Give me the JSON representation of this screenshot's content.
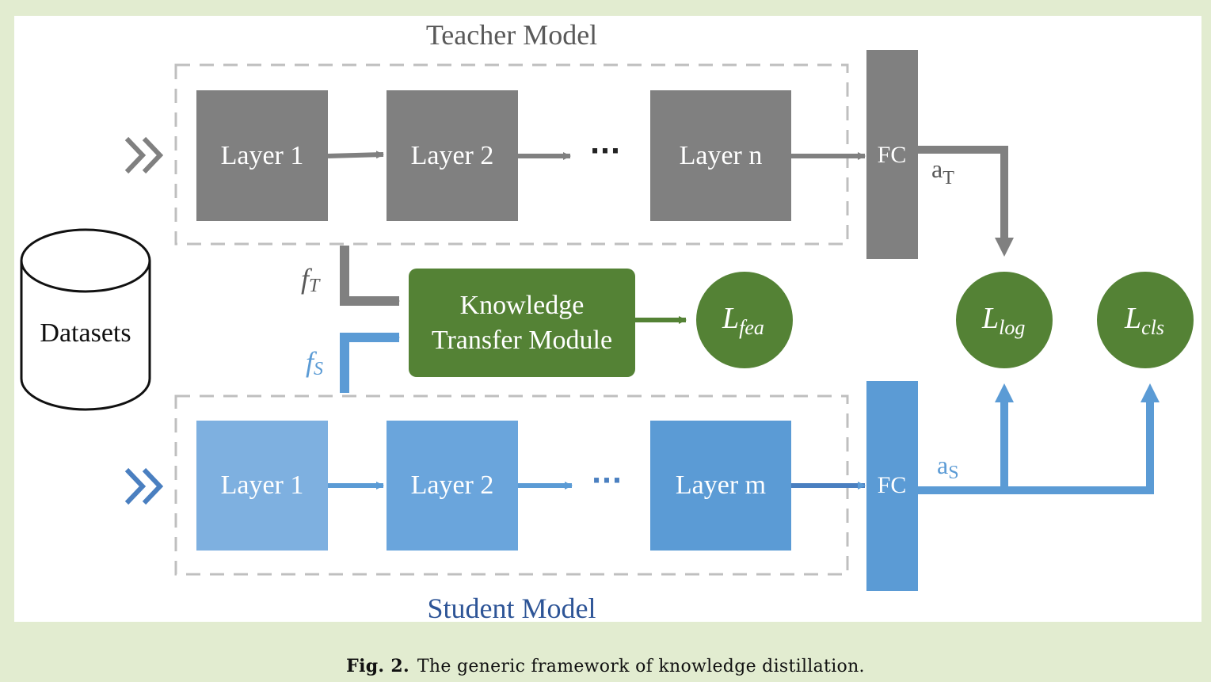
{
  "diagram": {
    "teacher_title": "Teacher Model",
    "student_title": "Student Model",
    "datasets": "Datasets",
    "teacher_layers": [
      "Layer 1",
      "Layer 2",
      "Layer n"
    ],
    "student_layers": [
      "Layer 1",
      "Layer 2",
      "Layer m"
    ],
    "ellipsis": "···",
    "fc": "FC",
    "a_t": {
      "base": "a",
      "sub": "T"
    },
    "a_s": {
      "base": "a",
      "sub": "S"
    },
    "f_t": {
      "base": "f",
      "sub": "T"
    },
    "f_s": {
      "base": "f",
      "sub": "S"
    },
    "ktm_line1": "Knowledge",
    "ktm_line2": "Transfer Module",
    "l_fea": {
      "base": "L",
      "sub": "fea"
    },
    "l_log": {
      "base": "L",
      "sub": "log"
    },
    "l_cls": {
      "base": "L",
      "sub": "cls"
    },
    "input_marker": "»"
  },
  "caption": {
    "label": "Fig. 2.",
    "text": "The generic framework of knowledge distillation."
  },
  "colors": {
    "teacher_gray": "#808080",
    "student_blue": "#5b9bd5",
    "student_blue_light": "#7eb0e0",
    "green": "#548235",
    "student_title": "#2e5597",
    "background": "#e2ecd0"
  }
}
